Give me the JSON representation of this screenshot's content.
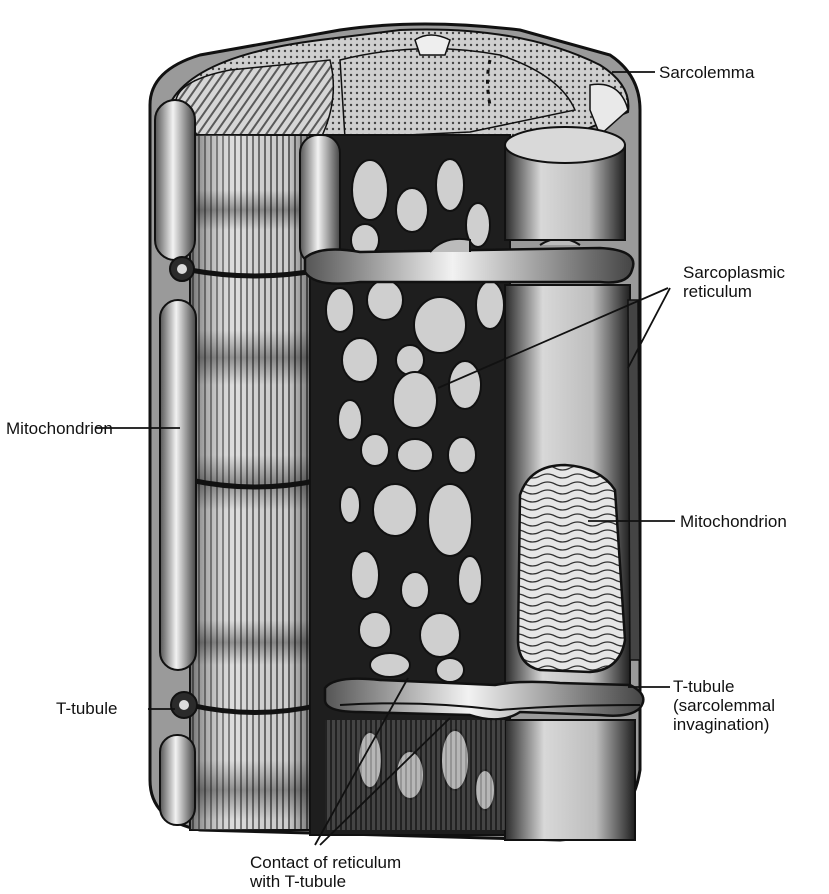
{
  "labels": {
    "sarcolemma": "Sarcolemma",
    "sarcoplasmic_reticulum_line1": "Sarcoplasmic",
    "sarcoplasmic_reticulum_line2": "reticulum",
    "mitochondrion_left": "Mitochondrion",
    "mitochondrion_right": "Mitochondrion",
    "t_tubule_left": "T-tubule",
    "t_tubule_right_line1": "T-tubule",
    "t_tubule_right_line2": "(sarcolemmal",
    "t_tubule_right_line3": "invagination)",
    "contact_line1": "Contact of reticulum",
    "contact_line2": "with T-tubule"
  },
  "colors": {
    "ink": "#111111",
    "paper": "#ffffff"
  }
}
